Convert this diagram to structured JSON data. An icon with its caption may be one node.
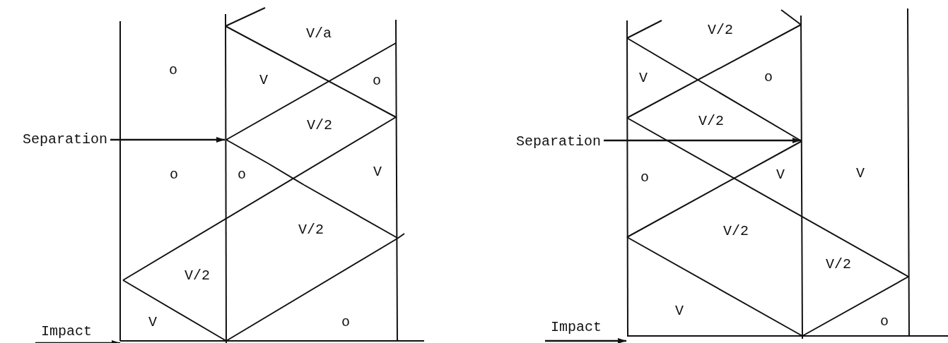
{
  "diagram": {
    "nodes": [
      {
        "text": [
          "Separation"
        ]
      },
      {
        "text": [
          "Impact"
        ]
      },
      {
        "text": [
          "Separation"
        ]
      },
      {
        "text": [
          "Impact"
        ]
      }
    ],
    "edges": [
      {
        "from": 0,
        "to": null,
        "arrow": "to"
      },
      {
        "from": 1,
        "to": null,
        "arrow": "to"
      },
      {
        "from": 2,
        "to": null,
        "arrow": "to"
      },
      {
        "from": 3,
        "to": null,
        "arrow": "to"
      }
    ],
    "labels": [
      "V/a",
      "o",
      "V",
      "o",
      "V/2",
      "o",
      "o",
      "V",
      "V/2",
      "V/2",
      "V",
      "o",
      "V/2",
      "V",
      "o",
      "V/2",
      "o",
      "V",
      "V",
      "V/2",
      "V/2",
      "V",
      "o"
    ]
  }
}
